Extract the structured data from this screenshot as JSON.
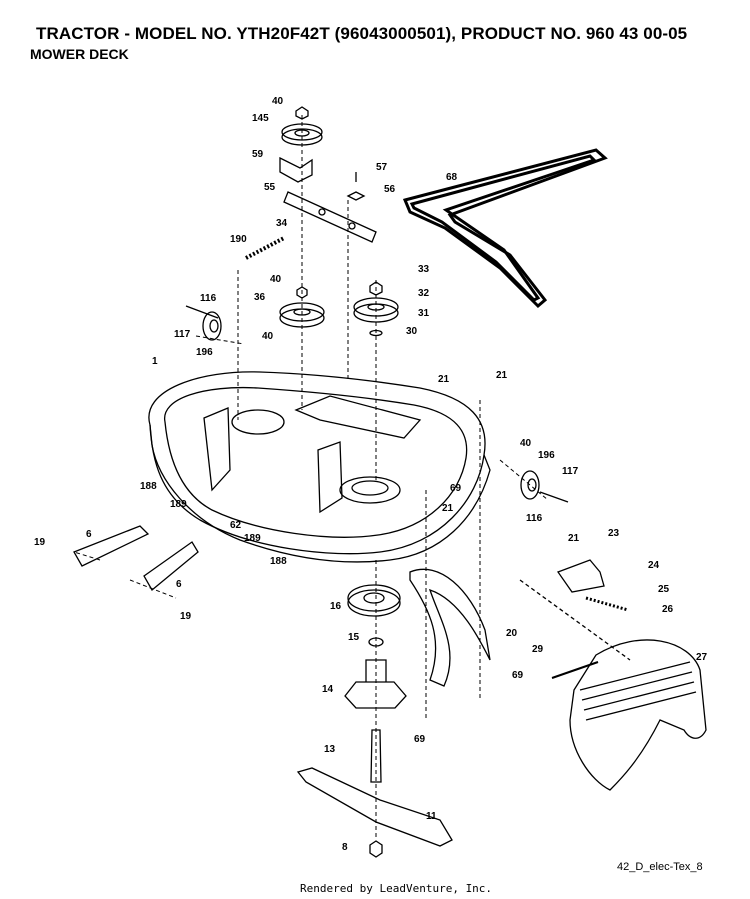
{
  "header": {
    "title": "TRACTOR - MODEL NO. YTH20F42T (96043000501), PRODUCT NO. 960 43 00-05",
    "subtitle": "MOWER DECK"
  },
  "diagram_code": "42_D_elec-Tex_8",
  "footer": "Rendered by LeadVenture, Inc.",
  "part_labels": [
    "40",
    "145",
    "59",
    "57",
    "56",
    "55",
    "34",
    "190",
    "68",
    "33",
    "32",
    "31",
    "30",
    "40",
    "36",
    "116",
    "117",
    "40",
    "196",
    "1",
    "21",
    "21",
    "40",
    "196",
    "117",
    "116",
    "188",
    "189",
    "62",
    "69",
    "189",
    "188",
    "21",
    "19",
    "6",
    "6",
    "19",
    "21",
    "23",
    "24",
    "25",
    "26",
    "16",
    "20",
    "29",
    "27",
    "15",
    "14",
    "69",
    "69",
    "13",
    "11",
    "8"
  ]
}
